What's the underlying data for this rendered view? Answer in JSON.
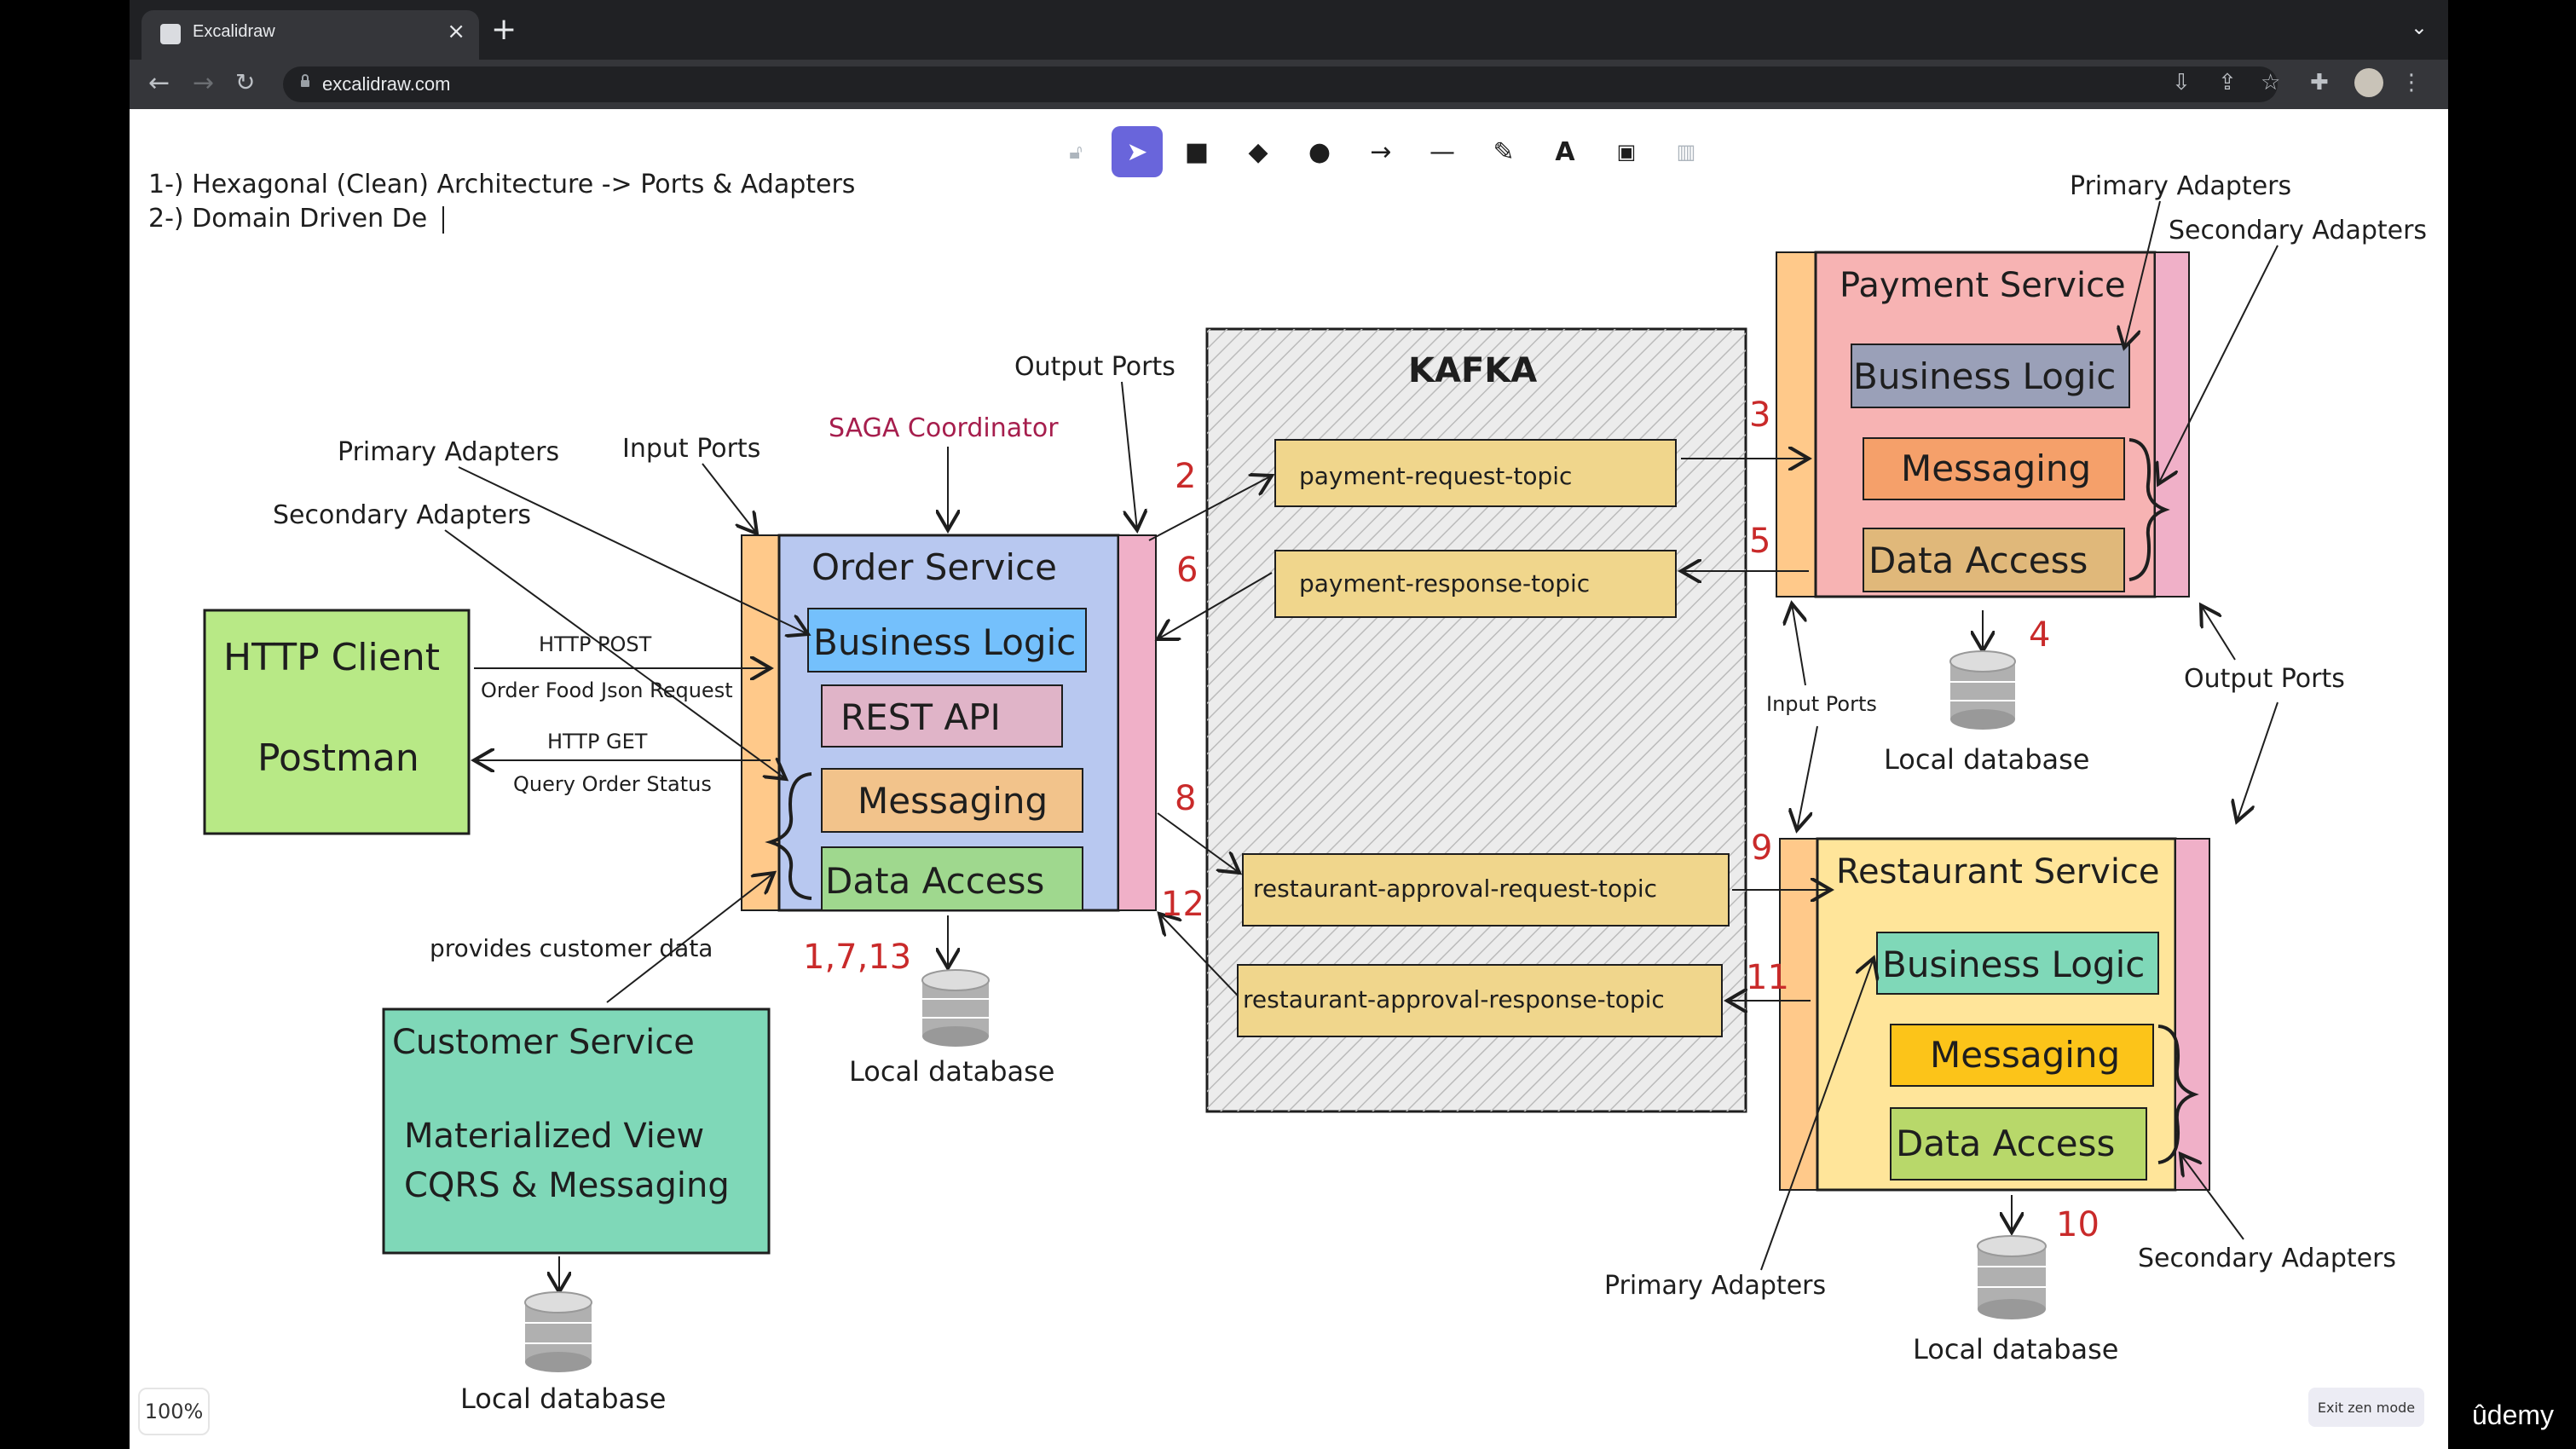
{
  "browser": {
    "tab_title": "Excalidraw",
    "url": "excalidraw.com",
    "tab_close": "×",
    "new_tab": "+"
  },
  "canvas": {
    "notes": [
      "1-) Hexagonal (Clean) Architecture -> Ports & Adapters",
      "2-) Domain Driven De"
    ],
    "zoom": "100%",
    "exit_zen": "Exit zen mode"
  },
  "diagram": {
    "kafka_title": "KAFKA",
    "topics": [
      "payment-request-topic",
      "payment-response-topic",
      "restaurant-approval-request-topic",
      "restaurant-approval-response-topic"
    ],
    "order_service": {
      "title": "Order Service",
      "business_logic": "Business Logic",
      "rest_api": "REST API",
      "messaging": "Messaging",
      "data_access": "Data Access"
    },
    "payment_service": {
      "title": "Payment Service",
      "business_logic": "Business Logic",
      "messaging": "Messaging",
      "data_access": "Data Access"
    },
    "restaurant_service": {
      "title": "Restaurant Service",
      "business_logic": "Business Logic",
      "messaging": "Messaging",
      "data_access": "Data Access"
    },
    "http_client": {
      "title": "HTTP Client",
      "subtitle": "Postman"
    },
    "customer_service": {
      "title": "Customer Service",
      "line1": "Materialized View",
      "line2": "CQRS & Messaging"
    },
    "labels": {
      "primary_adapters": "Primary Adapters",
      "secondary_adapters": "Secondary Adapters",
      "input_ports": "Input Ports",
      "output_ports": "Output Ports",
      "saga_coordinator": "SAGA Coordinator",
      "http_post": "HTTP POST",
      "order_food": "Order Food Json Request",
      "http_get": "HTTP GET",
      "query_status": "Query Order Status",
      "provides_customer": "provides customer data",
      "local_database": "Local database"
    },
    "numbers": {
      "n2": "2",
      "n6": "6",
      "n8": "8",
      "n12": "12",
      "n1713": "1,7,13",
      "n3": "3",
      "n5": "5",
      "n4": "4",
      "n9": "9",
      "n11": "11",
      "n10": "10"
    }
  },
  "watermark": "ûdemy",
  "colors": {
    "accent": "#6965db",
    "number_red": "#c92a2a",
    "saga_red": "#a61e4d"
  }
}
